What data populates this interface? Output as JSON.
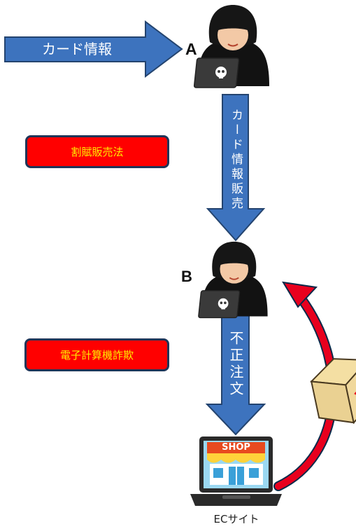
{
  "nodes": {
    "a_label": "A",
    "b_label": "B",
    "ec_label": "ECサイト"
  },
  "arrows": {
    "card_info": "カード情報",
    "card_info_sale": "カード情報販売",
    "fraud_order": "不正注文"
  },
  "badges": {
    "stolen_goods_law": "割賦販売法",
    "computer_fraud": "電子計算機詐欺"
  },
  "shop_sign": "SHOP",
  "colors": {
    "arrow_fill": "#3d73be",
    "arrow_stroke": "#24446f",
    "badge_fill": "#ff0000",
    "badge_text": "#ffeb00",
    "curve_red": "#e8001e"
  }
}
